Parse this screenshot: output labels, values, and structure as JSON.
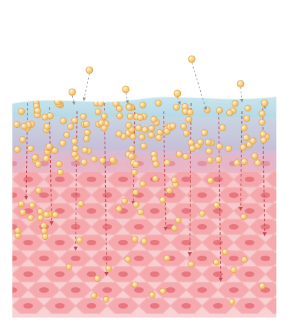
{
  "diagram": {
    "subject": "skin-absorption-cross-section",
    "layers": [
      {
        "id": "surface-film",
        "color": "#bfe3ee"
      },
      {
        "id": "stratum-corneum",
        "color": "#c8c6dc"
      },
      {
        "id": "lipid-band",
        "color": "#e2b9cf"
      },
      {
        "id": "cell-layer",
        "color": "#f7c9cc"
      }
    ],
    "colors": {
      "cell_fill": "#f49aa0",
      "cell_stroke": "#f2b5b8",
      "nucleus": "#e56f78",
      "particle_fill": "#f6cf86",
      "particle_stroke": "#e3a443",
      "particle_highlight": "#fff4d6",
      "arrow": "#c24a55",
      "outer_path": "#8f8f9c"
    },
    "icons": [
      "nutrient-particle-icon",
      "penetration-arrow-icon",
      "skin-cell-icon"
    ]
  }
}
